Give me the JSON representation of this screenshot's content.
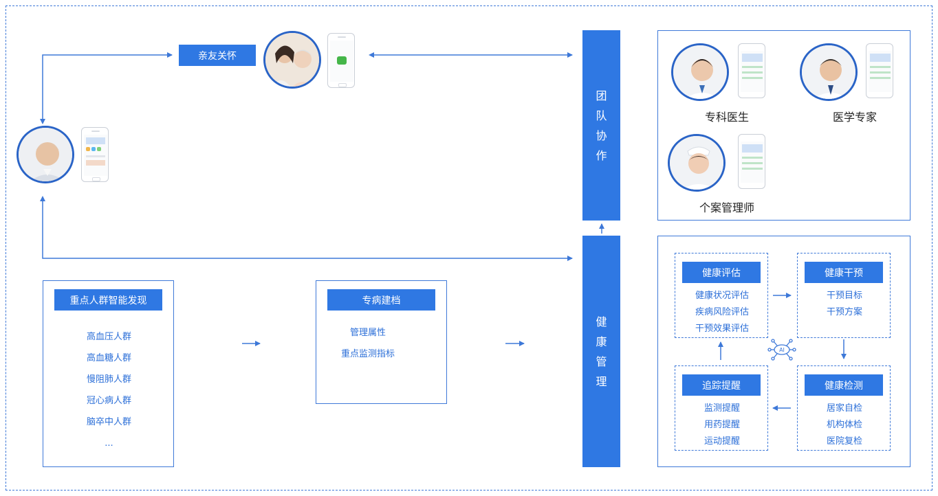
{
  "family": {
    "label": "亲友关怀"
  },
  "team": {
    "vertical_title": [
      "团",
      "队",
      "协",
      "作"
    ],
    "roles": [
      {
        "label": "专科医生"
      },
      {
        "label": "医学专家"
      },
      {
        "label": "个案管理师"
      }
    ]
  },
  "health": {
    "vertical_title": [
      "健",
      "康",
      "管",
      "理"
    ]
  },
  "discovery": {
    "title": "重点人群智能发现",
    "items": [
      "高血压人群",
      "高血糖人群",
      "慢阻肺人群",
      "冠心病人群",
      "脑卒中人群",
      "..."
    ]
  },
  "archive": {
    "title": "专病建档",
    "items": [
      "管理属性",
      "重点监测指标"
    ]
  },
  "cycle": {
    "assessment": {
      "title": "健康评估",
      "items": [
        "健康状况评估",
        "疾病风险评估",
        "干预效果评估"
      ]
    },
    "intervention": {
      "title": "健康干预",
      "items": [
        "干预目标",
        "干预方案"
      ]
    },
    "tracking": {
      "title": "追踪提醒",
      "items": [
        "监测提醒",
        "用药提醒",
        "运动提醒"
      ]
    },
    "detection": {
      "title": "健康检测",
      "items": [
        "居家自检",
        "机构体检",
        "医院复检"
      ]
    },
    "center_label": "AI"
  },
  "colors": {
    "accent": "#2f78e3",
    "border": "#3d78d8",
    "avatar_ring": "#2a64c7"
  }
}
